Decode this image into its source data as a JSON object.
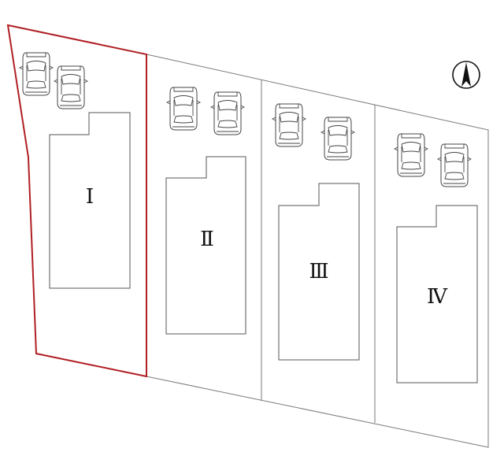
{
  "plan": {
    "lots": [
      {
        "id": "lot-1",
        "label": "Ⅰ",
        "highlighted": true
      },
      {
        "id": "lot-2",
        "label": "Ⅱ",
        "highlighted": false
      },
      {
        "id": "lot-3",
        "label": "Ⅲ",
        "highlighted": false
      },
      {
        "id": "lot-4",
        "label": "Ⅳ",
        "highlighted": false
      }
    ],
    "parking_spaces_per_lot": 2,
    "compass": {
      "icon": "north-arrow-icon"
    },
    "colors": {
      "highlight_boundary": "#b01f24",
      "lot_lines": "#7a7a7a",
      "outlines": "#444444"
    }
  }
}
